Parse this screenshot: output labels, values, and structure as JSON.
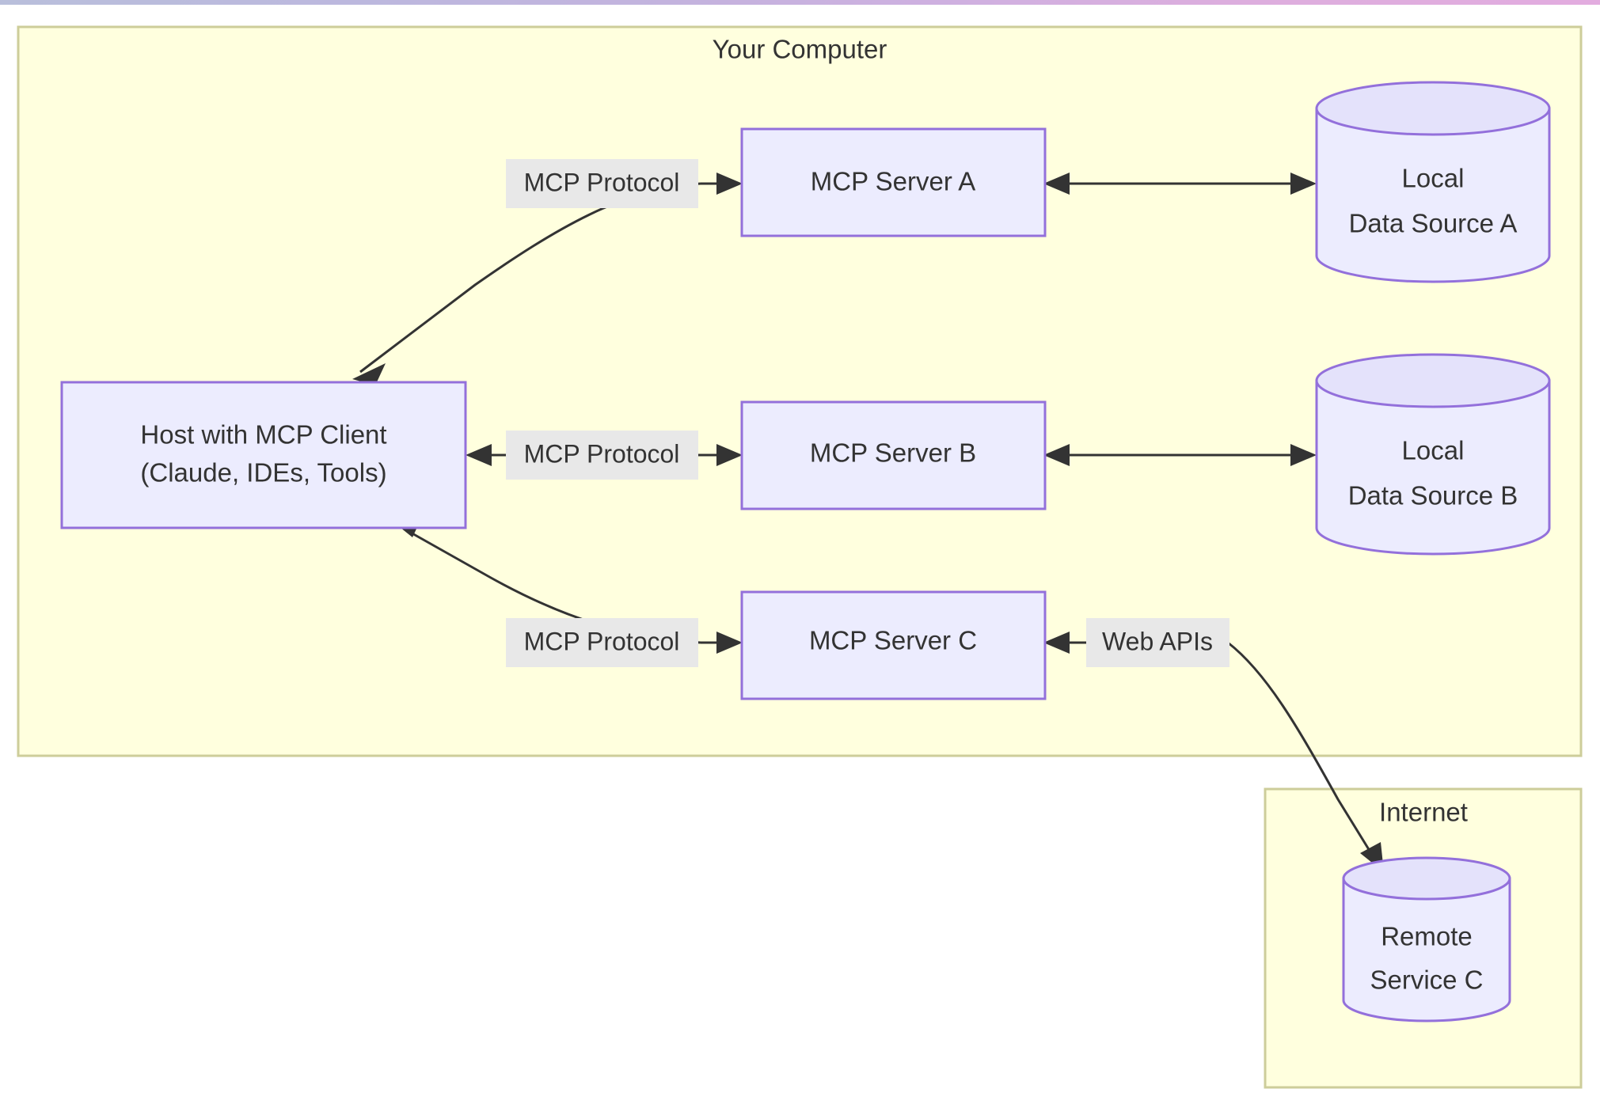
{
  "theme": {
    "cluster_fill": "#ffffde",
    "cluster_stroke": "#cdcd9a",
    "node_fill": "#ececfe",
    "node_stroke": "#9370db",
    "edge_stroke": "#333333",
    "edge_label_bg": "#e8e8e8",
    "text_color": "#333333",
    "page_bg": "#ffffff",
    "topbar_gradient_start": "#b9bfdb",
    "topbar_gradient_end": "#e2acdf"
  },
  "clusters": {
    "your_computer": {
      "label": "Your Computer"
    },
    "internet": {
      "label": "Internet"
    }
  },
  "nodes": {
    "host": {
      "label_line1": "Host with MCP Client",
      "label_line2": "(Claude, IDEs, Tools)"
    },
    "server_a": {
      "label": "MCP Server A"
    },
    "server_b": {
      "label": "MCP Server B"
    },
    "server_c": {
      "label": "MCP Server C"
    },
    "data_source_a": {
      "label_line1": "Local",
      "label_line2": "Data Source A"
    },
    "data_source_b": {
      "label_line1": "Local",
      "label_line2": "Data Source B"
    },
    "remote_service_c": {
      "label_line1": "Remote",
      "label_line2": "Service C"
    }
  },
  "edges": {
    "host_to_server_a": {
      "label": "MCP Protocol"
    },
    "host_to_server_b": {
      "label": "MCP Protocol"
    },
    "host_to_server_c": {
      "label": "MCP Protocol"
    },
    "server_c_to_remote": {
      "label": "Web APIs"
    }
  }
}
